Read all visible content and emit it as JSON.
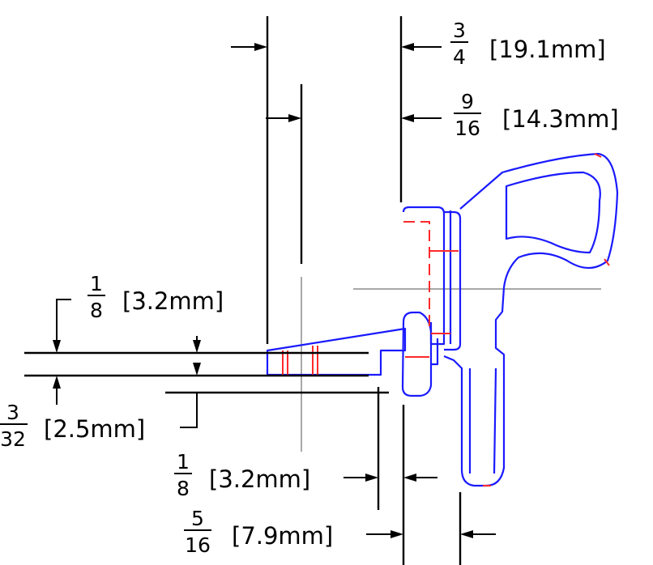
{
  "drawing": {
    "dimensions": {
      "overall_width": {
        "num": "3",
        "den": "4",
        "metric": "[19.1mm]"
      },
      "inner_width": {
        "num": "9",
        "den": "16",
        "metric": "[14.3mm]"
      },
      "top_offset": {
        "num": "1",
        "den": "8",
        "metric": "[3.2mm]"
      },
      "plate_thickness": {
        "num": "3",
        "den": "32",
        "metric": "[2.5mm]"
      },
      "bottom_offset": {
        "num": "1",
        "den": "8",
        "metric": "[3.2mm]"
      },
      "stem_width": {
        "num": "5",
        "den": "16",
        "metric": "[7.9mm]"
      }
    },
    "colors": {
      "outline": "#1a1aff",
      "hidden": "#ff2a2a",
      "centerline": "#8c8c8c",
      "dimension": "#000000"
    }
  }
}
